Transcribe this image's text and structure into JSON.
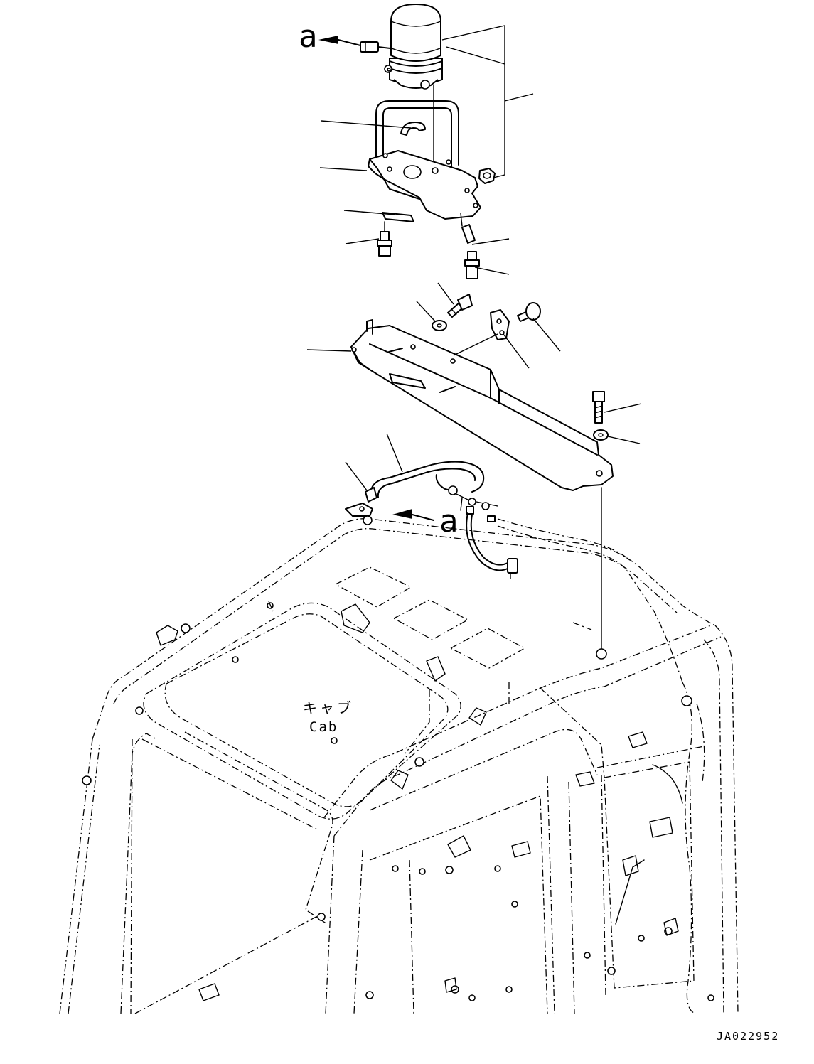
{
  "diagram": {
    "labels": {
      "ref_a_top": "a",
      "ref_a_mid": "a",
      "cab_jp": "キャブ",
      "cab_en": "Cab",
      "drawing_code": "JA022952"
    },
    "components": [
      "rotating-beacon-lamp",
      "wire-handle-guard",
      "clip",
      "beacon-mounting-plate",
      "rubber-pad",
      "stud-bolt-left",
      "pin",
      "stud-bolt-right",
      "washer",
      "bolt",
      "clamp",
      "screw",
      "mounting-bracket",
      "long-bolt",
      "flat-washer",
      "wire-harness",
      "harness-clip",
      "cab-frame"
    ]
  }
}
